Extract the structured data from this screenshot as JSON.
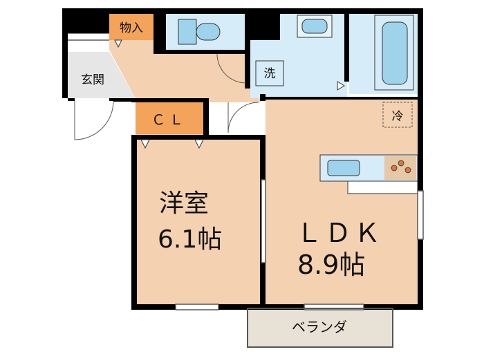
{
  "rooms": {
    "western_room": {
      "name": "洋室",
      "size": "6.1帖"
    },
    "ldk": {
      "name": "ＬＤＫ",
      "size": "8.9帖"
    }
  },
  "labels": {
    "storage": "物入",
    "entrance": "玄関",
    "closet": "ＣＬ",
    "washer": "洗",
    "fridge": "冷",
    "veranda": "ベランダ"
  },
  "colors": {
    "room_floor": "#f4d1b0",
    "storage": "#f3a35a",
    "wet_area": "#d6ecf8",
    "veranda": "#e7e1d6",
    "entrance": "#e6e6e6",
    "wall": "#000000"
  }
}
